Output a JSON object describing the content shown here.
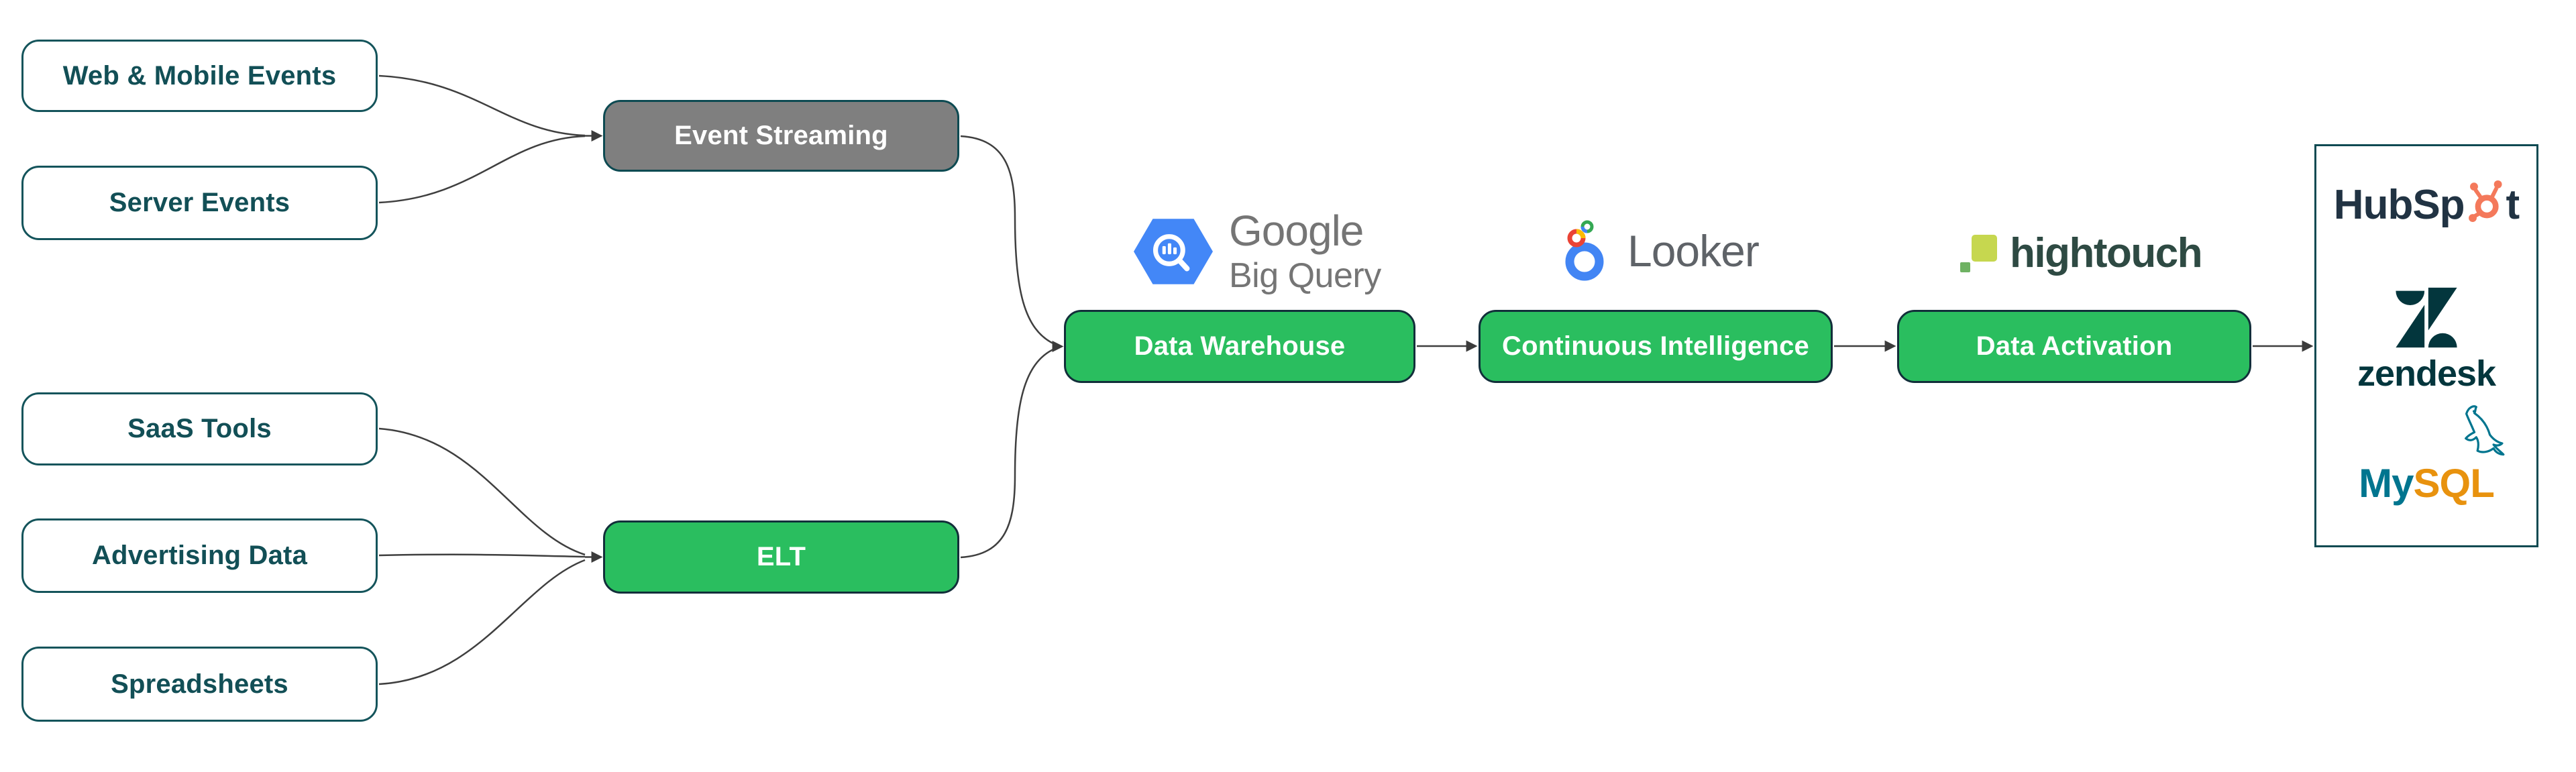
{
  "nodes": {
    "web_mobile_events": {
      "label": "Web & Mobile Events"
    },
    "server_events": {
      "label": "Server Events"
    },
    "saas_tools": {
      "label": "SaaS Tools"
    },
    "advertising_data": {
      "label": "Advertising Data"
    },
    "spreadsheets": {
      "label": "Spreadsheets"
    },
    "event_streaming": {
      "label": "Event Streaming"
    },
    "elt": {
      "label": "ELT"
    },
    "data_warehouse": {
      "label": "Data Warehouse"
    },
    "continuous_intelligence": {
      "label": "Continuous Intelligence"
    },
    "data_activation": {
      "label": "Data Activation"
    }
  },
  "logos": {
    "google_bigquery": {
      "line1": "Google",
      "line2": "Big Query"
    },
    "looker": {
      "wordmark": "Looker"
    },
    "hightouch": {
      "wordmark": "hightouch"
    },
    "hubspot": {
      "wordmark_left": "HubSp",
      "wordmark_right": "t"
    },
    "zendesk": {
      "wordmark": "zendesk"
    },
    "mysql": {
      "wordmark_my": "My",
      "wordmark_sql": "SQL"
    }
  },
  "colors": {
    "node_green": "#2ABE5F",
    "node_gray": "#7F7F7F",
    "node_border_dark": "#122F3A",
    "source_border_teal": "#14545B",
    "source_text_teal": "#124F56",
    "connector": "#3F3F3F",
    "bigquery_blue": "#4387F7",
    "google_gray": "#757575",
    "looker_blue": "#4285F4",
    "looker_red": "#EA4335",
    "looker_yellow": "#FBBC04",
    "looker_green": "#34A853",
    "hightouch_lime": "#C6D74F",
    "hightouch_green": "#6FB263",
    "hightouch_text": "#2E4A43",
    "hubspot_navy": "#213343",
    "hubspot_orange": "#F4795B",
    "zendesk_teal": "#03363D",
    "mysql_blue": "#00758F",
    "mysql_orange": "#E8920E"
  }
}
